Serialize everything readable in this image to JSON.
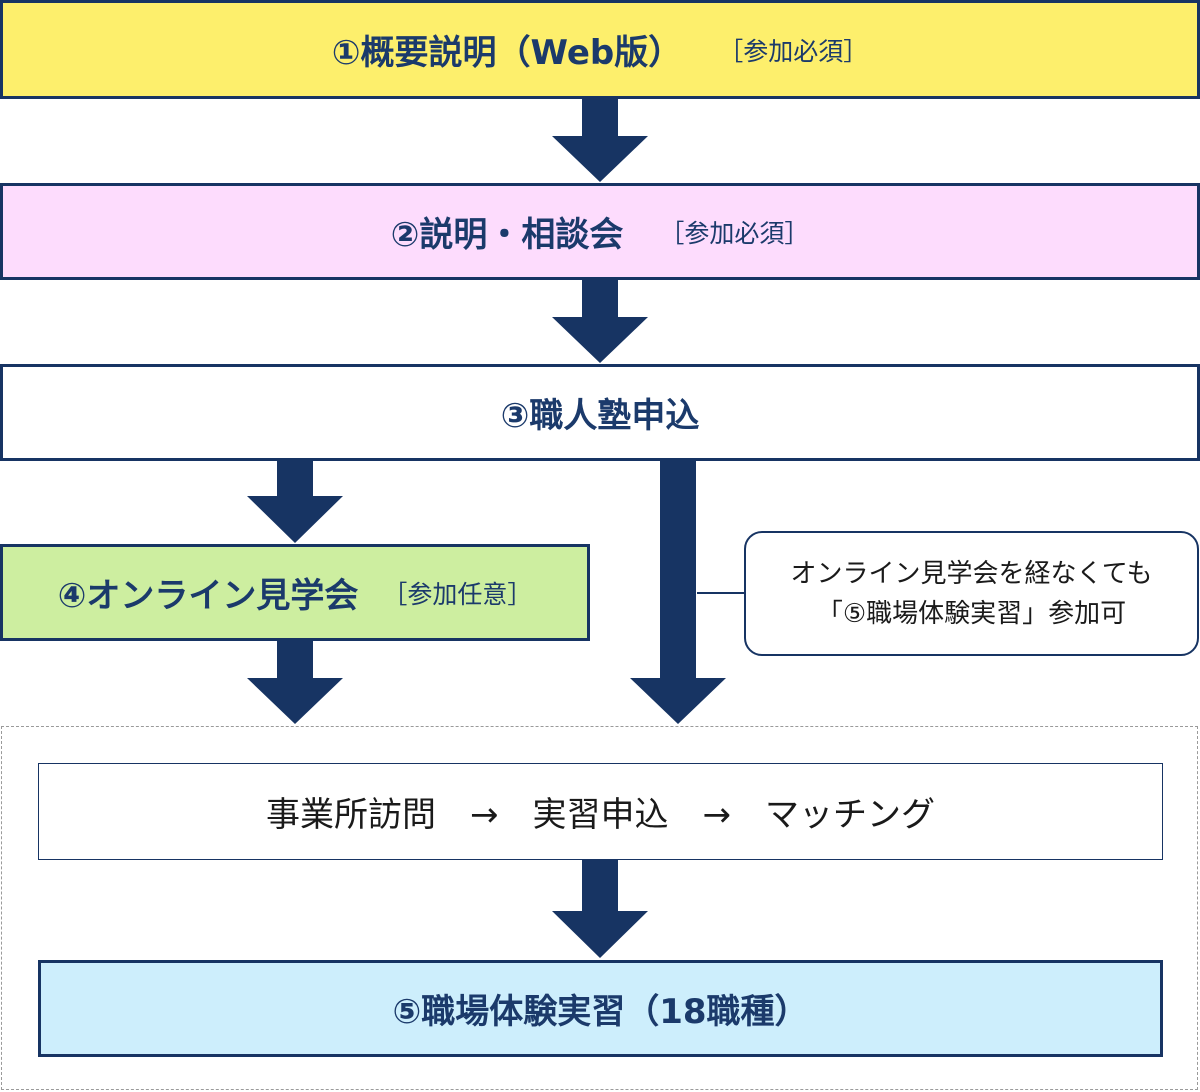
{
  "steps": {
    "step1": {
      "title": "①概要説明（Web版）",
      "note": "［参加必須］",
      "color": "#fdef6c"
    },
    "step2": {
      "title": "②説明・相談会",
      "note": "［参加必須］",
      "color": "#fddcfd"
    },
    "step3": {
      "title": "③職人塾申込",
      "color": "#ffffff"
    },
    "step4": {
      "title": "④オンライン見学会",
      "note": "［参加任意］",
      "color": "#cdeea0"
    },
    "process": {
      "text": "事業所訪問　→　実習申込　→　マッチング"
    },
    "step5": {
      "title": "⑤職場体験実習（18職種）",
      "color": "#cdeefc"
    }
  },
  "callout": {
    "line1": "オンライン見学会を経なくても",
    "line2": "「⑤職場体験実習」参加可"
  },
  "colors": {
    "border": "#173463",
    "arrow": "#173463",
    "text": "#1b3a6b"
  }
}
